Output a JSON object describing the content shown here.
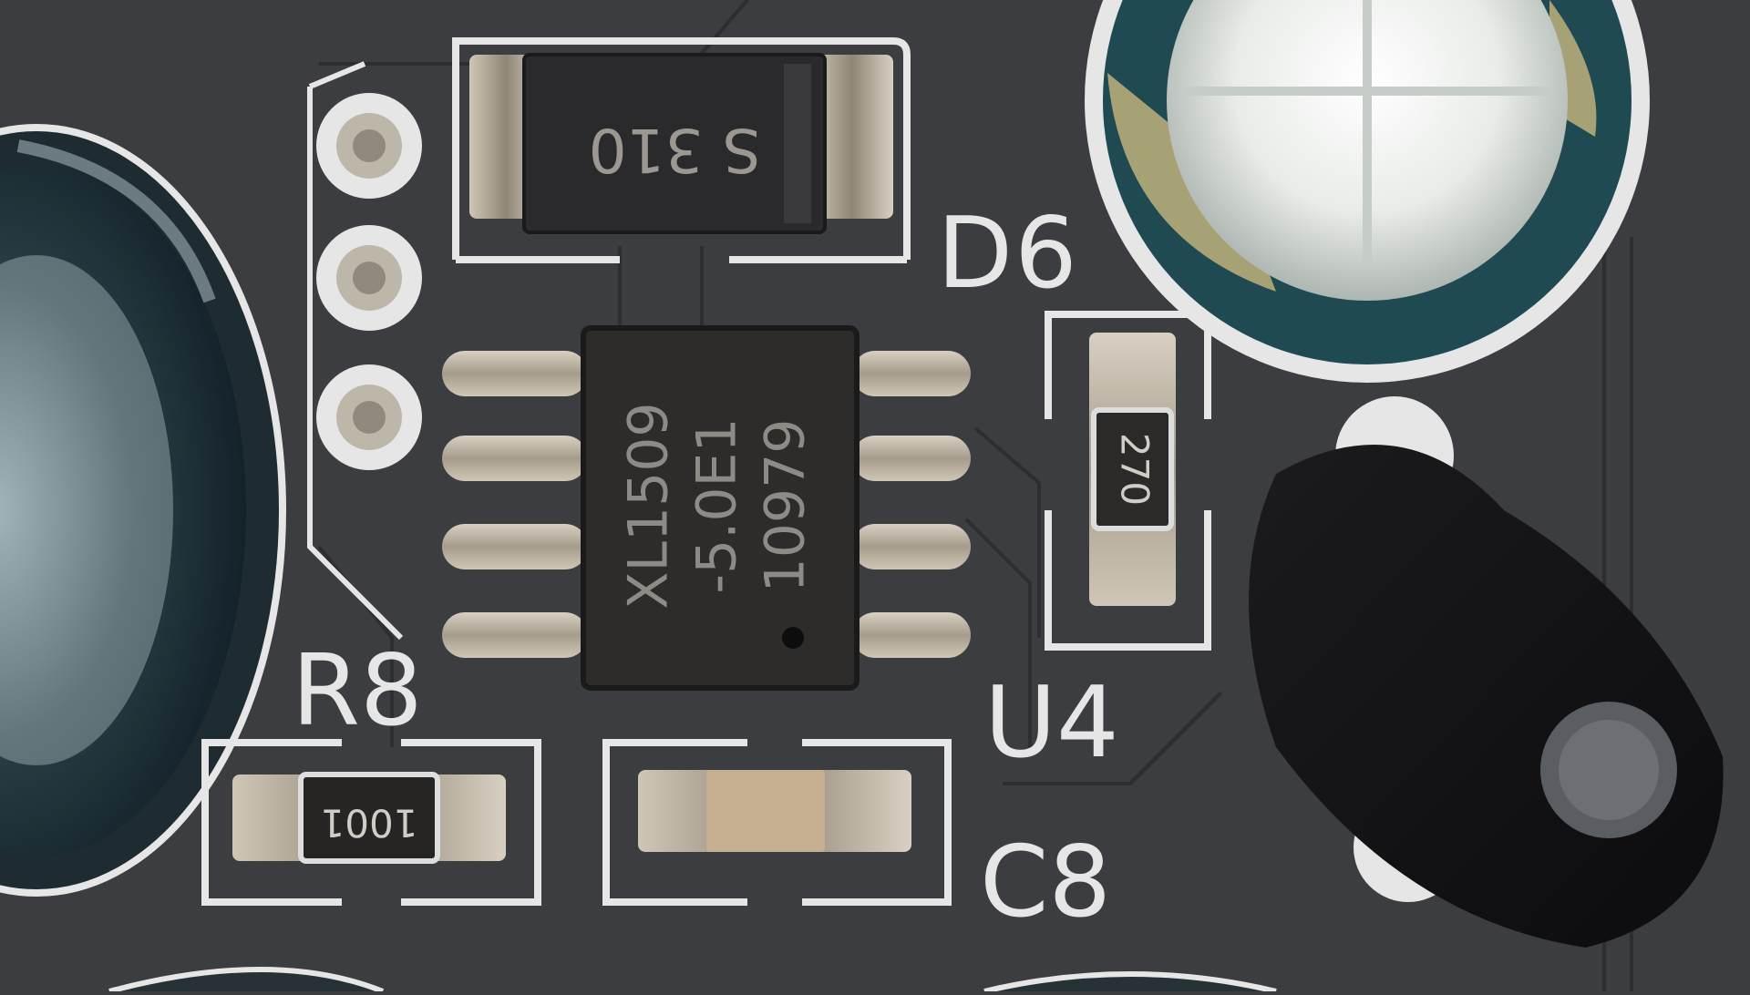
{
  "board": {
    "silkscreen": {
      "d6": "D6",
      "u4": "U4",
      "r8": "R8",
      "c8": "C8"
    },
    "components": {
      "diode_marking": "S 310",
      "ic_line1": "XL1509",
      "ic_line2": "-5.0E1",
      "ic_line3": "10979",
      "resistor_270": "270",
      "resistor_1001": "1001"
    }
  },
  "colors": {
    "pcb": "#3b3d40",
    "silkscreen": "#e6e6e6",
    "pad_tin": "#b9b1a3",
    "ic_body": "#2d2c2b",
    "cap_teal": "#1f4a52"
  }
}
